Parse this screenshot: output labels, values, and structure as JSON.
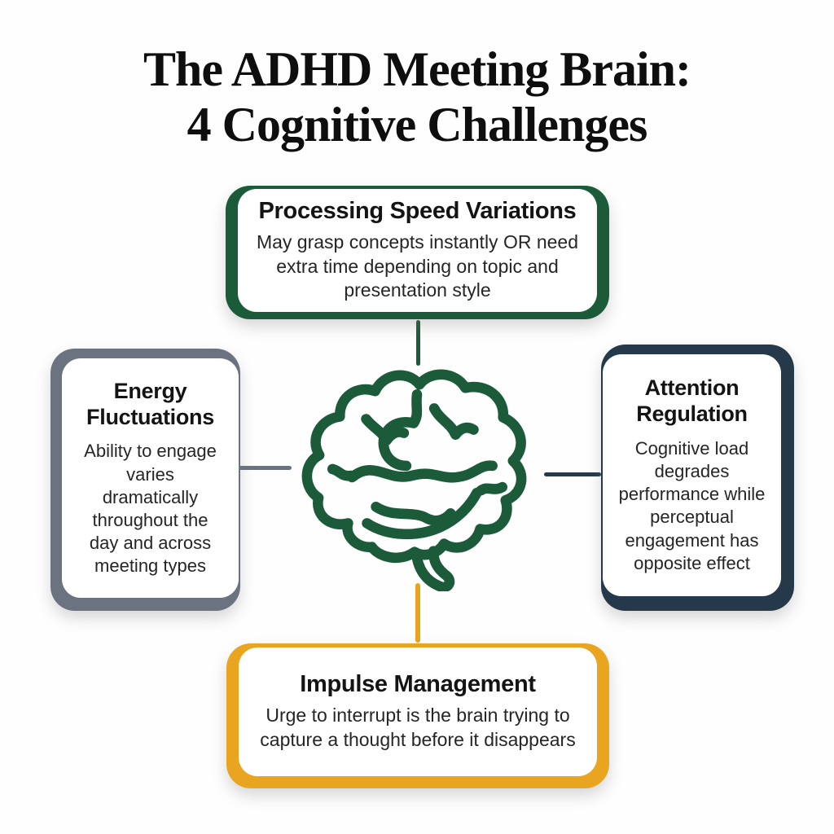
{
  "title": {
    "line1": "The ADHD Meeting Brain:",
    "line2": "4 Cognitive Challenges"
  },
  "center_icon": {
    "name": "brain-icon",
    "color": "#1b5b3a"
  },
  "cards": {
    "top": {
      "title": "Processing Speed Variations",
      "body": "May grasp concepts instantly OR need extra time depending on topic and presentation style",
      "accent": "#1b5b3a"
    },
    "left": {
      "title": "Energy Fluctuations",
      "body": "Ability to engage varies dramatically throughout the day and across meeting types",
      "accent": "#6b7380"
    },
    "right": {
      "title": "Attention Regulation",
      "body": "Cognitive load degrades performance while perceptual engagement has opposite effect",
      "accent": "#25394b"
    },
    "bottom": {
      "title": "Impulse Management",
      "body": "Urge to interrupt is the brain trying to capture a thought before it disappears",
      "accent": "#e9a51f"
    }
  }
}
